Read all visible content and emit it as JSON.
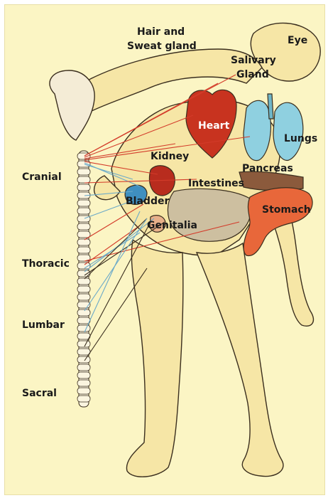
{
  "labels": {
    "hair_sweat_1": "Hair and",
    "hair_sweat_2": "Sweat gland",
    "eye": "Eye",
    "salivary_1": "Salivary",
    "salivary_2": "Gland",
    "heart": "Heart",
    "lungs": "Lungs",
    "kidney": "Kidney",
    "pancreas": "Pancreas",
    "intestines": "Intestines",
    "bladder": "Bladder",
    "stomach": "Stomach",
    "genitalia": "Genitalia"
  },
  "spine_segments": {
    "cranial": "Cranial",
    "thoracic": "Thoracic",
    "lumbar": "Lumbar",
    "sacral": "Sacral"
  },
  "colors": {
    "background": "#fbf5c4",
    "skin": "#f6e6a6",
    "heart": "#c8331f",
    "lungs": "#8fd0e0",
    "stomach": "#e8673a",
    "kidney": "#b82c1e",
    "bladder": "#3f8fc0",
    "nerve_red": "#d33b2a",
    "nerve_blue": "#6aa9c8",
    "outline": "#3a2e1e"
  }
}
